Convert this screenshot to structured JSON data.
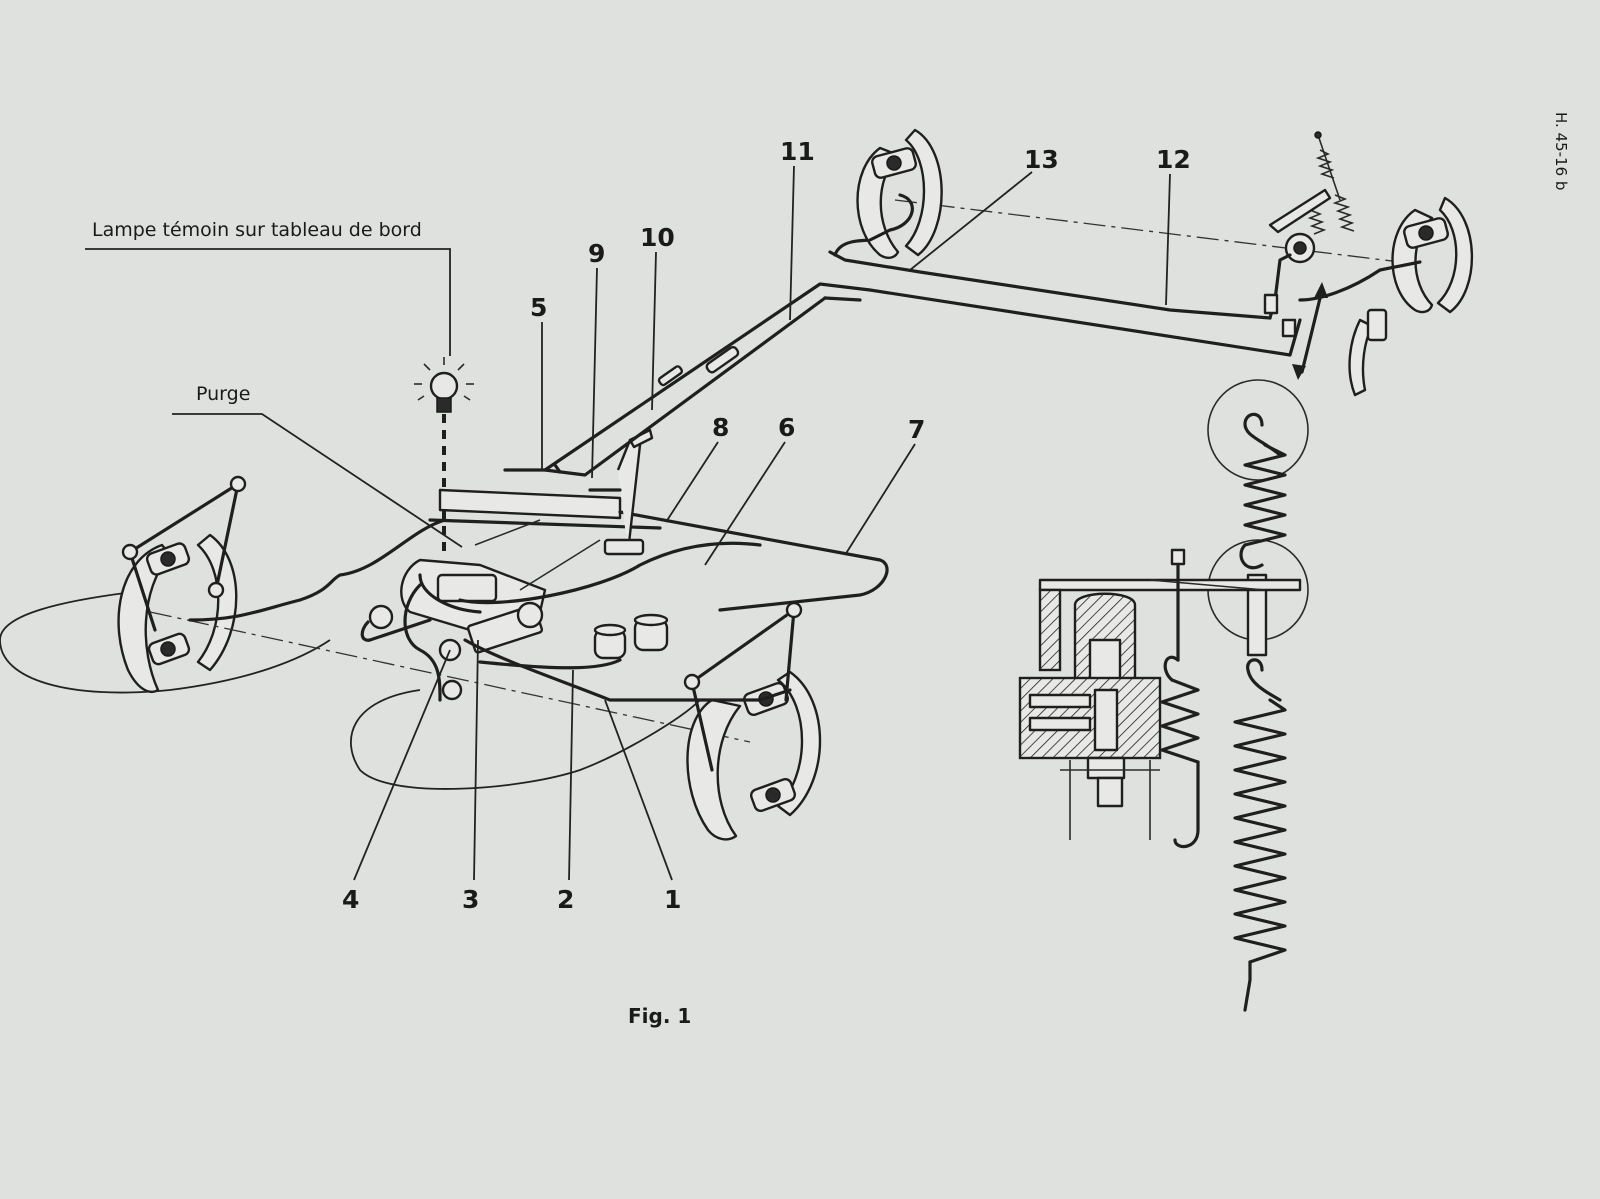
{
  "doc_ref": "H. 45-16 b",
  "figure_caption": "Fig. 1",
  "captions": {
    "lamp": "Lampe témoin sur tableau de bord",
    "purge": "Purge"
  },
  "callouts": [
    "1",
    "2",
    "3",
    "4",
    "5",
    "6",
    "7",
    "8",
    "9",
    "10",
    "11",
    "12",
    "13"
  ],
  "colors": {
    "paper": "#dfe1de",
    "ink": "#1f1f1f"
  }
}
